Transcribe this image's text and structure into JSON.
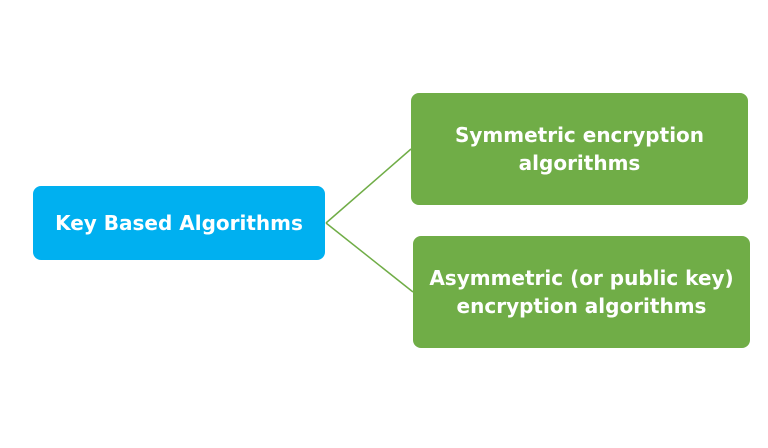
{
  "diagram": {
    "root": {
      "label": "Key Based Algorithms"
    },
    "children": [
      {
        "line1": "Symmetric encryption",
        "line2": "algorithms"
      },
      {
        "line1": "Asymmetric (or public key)",
        "line2": "encryption algorithms"
      }
    ]
  },
  "colors": {
    "root_fill": "#00b0f0",
    "child_fill": "#70ad47",
    "connector": "#70ad47",
    "text": "#ffffff",
    "background": "#ffffff"
  }
}
